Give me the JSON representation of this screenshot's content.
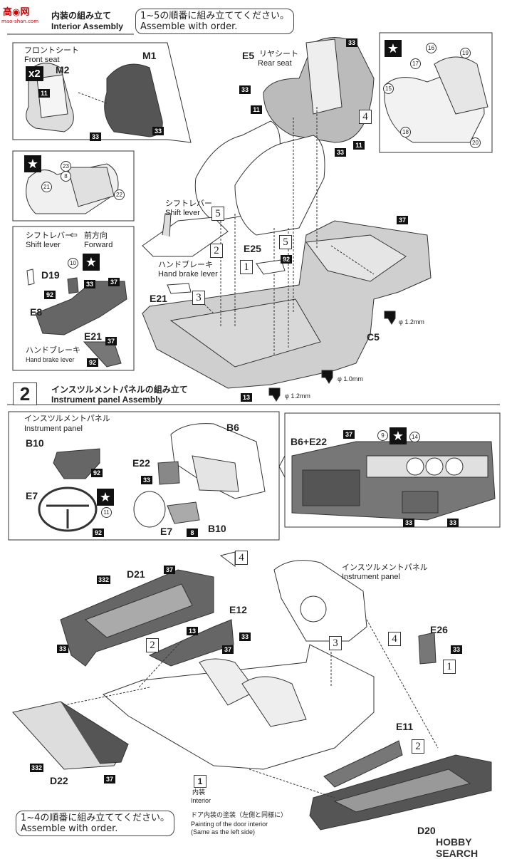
{
  "watermark_top": "mao-shan.com",
  "watermark_bottom": "HOBBY SEARCH",
  "step1": {
    "number": "",
    "title_ja": "内装の組み立て",
    "title_en": "Interior Assembly",
    "order_note_ja": "1~5の順番に組み立ててください。",
    "order_note_en": "Assemble with order.",
    "front_seat_ja": "フロントシート",
    "front_seat_en": "Front seat",
    "front_seat_qty": "x2",
    "front_seat_parts": [
      "M2",
      "M1"
    ],
    "front_seat_colors": [
      "11",
      "33",
      "33"
    ],
    "star_seat_colors": [
      "23",
      "8",
      "21",
      "22"
    ],
    "shift_lever_ja": "シフトレバー",
    "shift_lever_en": "Shift lever",
    "forward_ja": "前方向",
    "forward_en": "Forward",
    "inset_parts": [
      "D19",
      "E8",
      "E21"
    ],
    "inset_colors": [
      "10",
      "92",
      "33",
      "37",
      "37",
      "92"
    ],
    "hand_brake_ja": "ハンドブレーキ",
    "hand_brake_en": "Hand brake lever",
    "rear_seat_ja": "リヤシート",
    "rear_seat_en": "Rear seat",
    "rear_seat_part": "E5",
    "rear_seat_colors": [
      "33",
      "33",
      "11",
      "33",
      "11"
    ],
    "rear_star_colors": [
      "16",
      "19",
      "17",
      "15",
      "18",
      "20"
    ],
    "main_parts": [
      "E25",
      "E21",
      "C5"
    ],
    "main_colors": [
      "92",
      "37",
      "13"
    ],
    "step_order": [
      "5",
      "2",
      "1",
      "3",
      "5",
      "4"
    ],
    "hole_sizes": [
      "φ 1.2mm",
      "φ 1.0mm",
      "φ 1.2mm"
    ]
  },
  "step2": {
    "number": "2",
    "title_ja": "インスツルメントパネルの組み立て",
    "title_en": "Instrument panel Assembly",
    "panel_ja": "インスツルメントパネル",
    "panel_en": "Instrument panel",
    "parts": [
      "B10",
      "E7",
      "B6",
      "E22",
      "E7",
      "B10"
    ],
    "colors": [
      "92",
      "11",
      "92",
      "33",
      "8"
    ],
    "detail_title": "B6+E22",
    "detail_colors": [
      "37",
      "9",
      "14",
      "33",
      "33"
    ]
  },
  "step3": {
    "parts": [
      "D21",
      "E12",
      "E26",
      "E11",
      "D22",
      "D20"
    ],
    "colors": [
      "332",
      "37",
      "13",
      "33",
      "33",
      "37",
      "33",
      "332",
      "37"
    ],
    "step_order": [
      "4",
      "2",
      "3",
      "4",
      "1",
      "2"
    ],
    "panel_ja": "インスツルメントパネル",
    "panel_en": "Instrument panel",
    "interior_num": "1",
    "interior_ja": "内装",
    "interior_en": "Interior",
    "door_note_ja": "ドア内装の塗装（左側と同様に）",
    "door_note_en1": "Painting of the door interior",
    "door_note_en2": "(Same as the left side)",
    "order_note_ja": "1~4の順番に組み立ててください。",
    "order_note_en": "Assemble with order."
  },
  "icons": [
    "star-icon",
    "arrow-icon"
  ]
}
